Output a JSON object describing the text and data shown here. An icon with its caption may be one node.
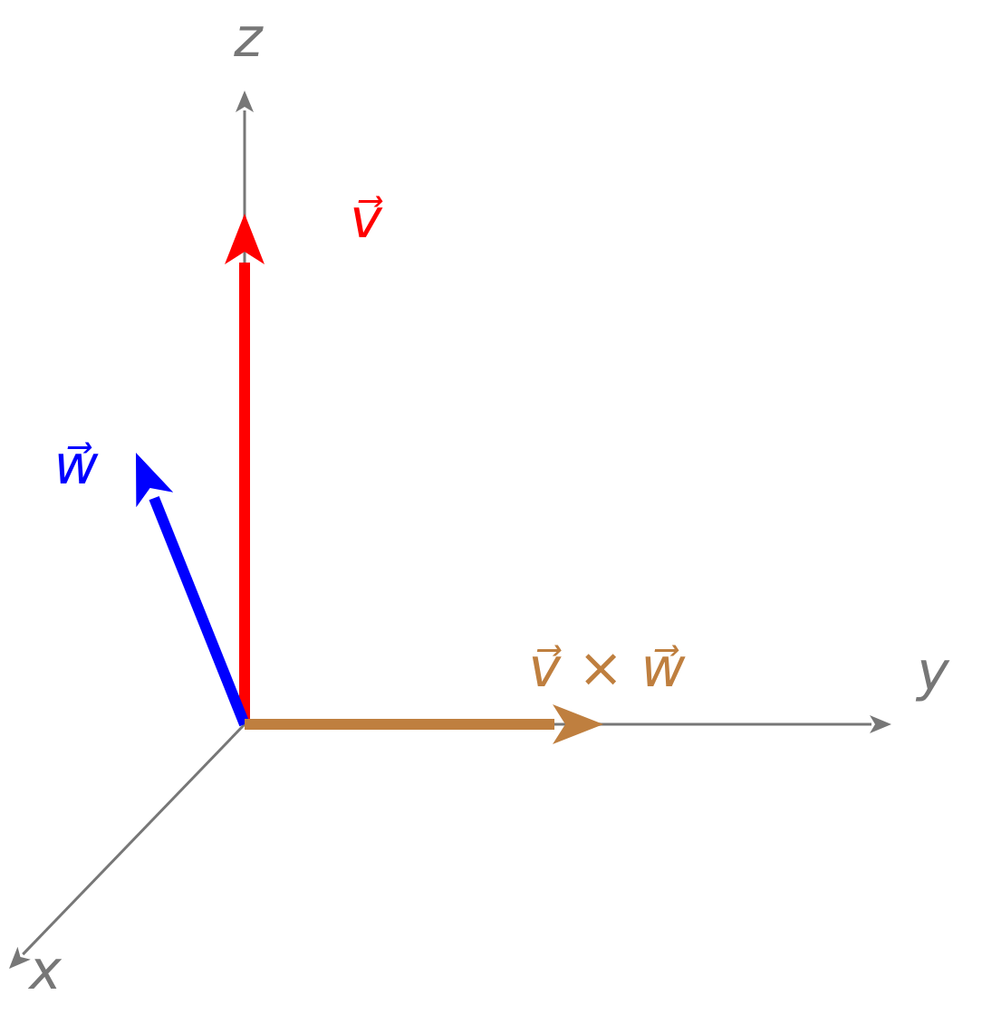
{
  "diagram": {
    "labels": [
      "z",
      "v⃗",
      "w⃗",
      "v⃗ × w⃗",
      "y",
      "x"
    ]
  }
}
